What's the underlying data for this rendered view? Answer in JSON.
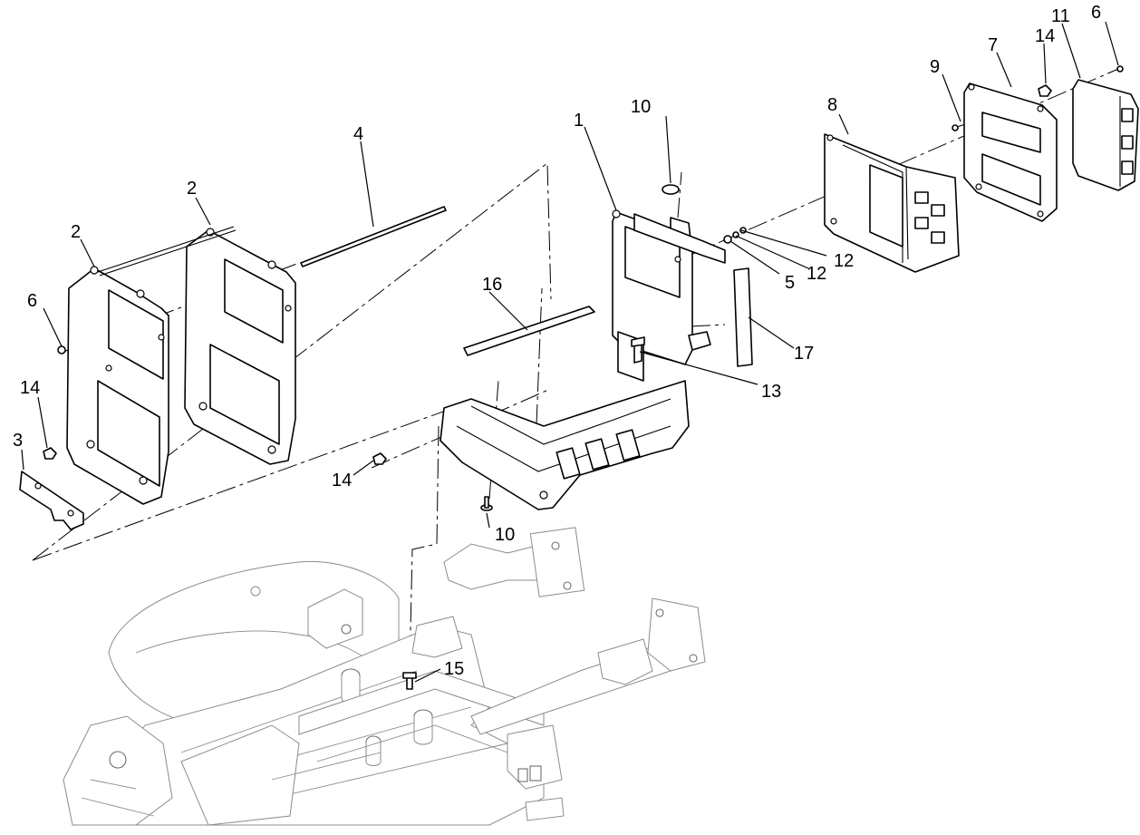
{
  "callouts": [
    {
      "id": "c1",
      "label": "1"
    },
    {
      "id": "c2a",
      "label": "2"
    },
    {
      "id": "c2b",
      "label": "2"
    },
    {
      "id": "c3",
      "label": "3"
    },
    {
      "id": "c4",
      "label": "4"
    },
    {
      "id": "c5",
      "label": "5"
    },
    {
      "id": "c6a",
      "label": "6"
    },
    {
      "id": "c6b",
      "label": "6"
    },
    {
      "id": "c7",
      "label": "7"
    },
    {
      "id": "c8",
      "label": "8"
    },
    {
      "id": "c9",
      "label": "9"
    },
    {
      "id": "c10a",
      "label": "10"
    },
    {
      "id": "c10b",
      "label": "10"
    },
    {
      "id": "c11",
      "label": "11"
    },
    {
      "id": "c12a",
      "label": "12"
    },
    {
      "id": "c12b",
      "label": "12"
    },
    {
      "id": "c13",
      "label": "13"
    },
    {
      "id": "c14a",
      "label": "14"
    },
    {
      "id": "c14b",
      "label": "14"
    },
    {
      "id": "c14c",
      "label": "14"
    },
    {
      "id": "c15",
      "label": "15"
    },
    {
      "id": "c16",
      "label": "16"
    },
    {
      "id": "c17",
      "label": "17"
    }
  ]
}
